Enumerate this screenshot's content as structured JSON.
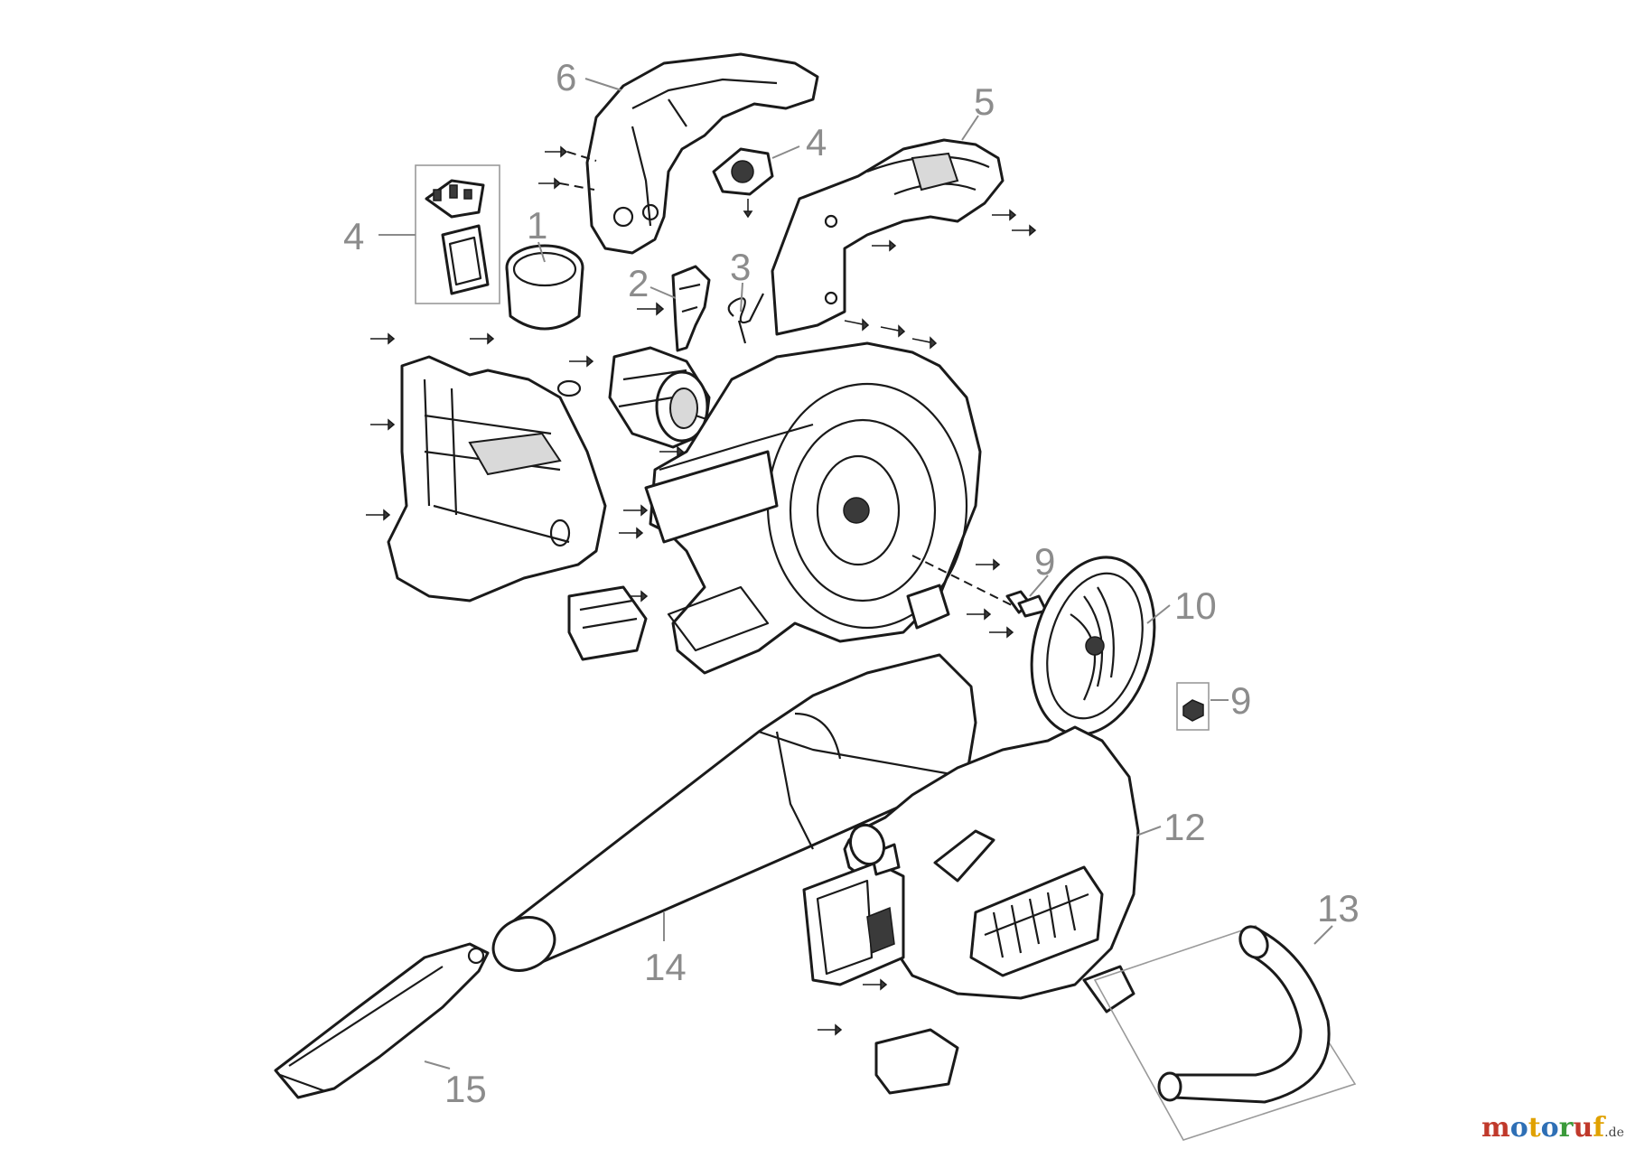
{
  "callouts": {
    "c1": "1",
    "c2": "2",
    "c3": "3",
    "c4a": "4",
    "c4b": "4",
    "c5": "5",
    "c6": "6",
    "c9a": "9",
    "c9b": "9",
    "c10": "10",
    "c12": "12",
    "c13": "13",
    "c14": "14",
    "c15": "15"
  },
  "watermark": {
    "letters": [
      "m",
      "o",
      "t",
      "o",
      "r",
      "u",
      "f"
    ],
    "tld": ".de",
    "colors": [
      "#c0392b",
      "#2e6fb5",
      "#e0a100",
      "#2e6fb5",
      "#3a9a3a",
      "#c0392b",
      "#e0a100"
    ]
  }
}
